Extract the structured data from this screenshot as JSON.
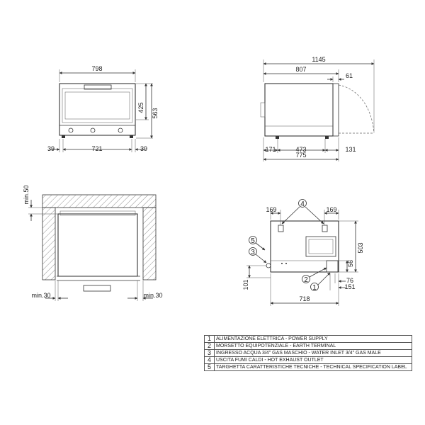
{
  "front_view": {
    "dims": {
      "total_width": "798",
      "inner_width": "721",
      "left_offset": "39",
      "right_offset": "39",
      "height_total": "563",
      "height_upper": "425"
    }
  },
  "side_view": {
    "dims": {
      "total_depth": "1145",
      "body_depth": "807",
      "door": "61",
      "bottom_left": "171",
      "bottom_mid": "473",
      "bottom_right": "131",
      "bottom_total": "775"
    }
  },
  "installation_view": {
    "dims": {
      "top_clearance": "min.50",
      "left_clearance": "min.30",
      "right_clearance": "min.30"
    }
  },
  "top_view": {
    "dims": {
      "left_169": "169",
      "right_169": "169",
      "height_503": "503",
      "height_56": "56",
      "height_101": "101",
      "width_718": "718",
      "d76": "76",
      "d151": "151"
    },
    "callouts": [
      "5",
      "3",
      "4",
      "2",
      "1"
    ]
  },
  "legend": {
    "rows": [
      {
        "num": "1",
        "text": "ALIMENTAZIONE ELETTRICA - POWER SUPPLY"
      },
      {
        "num": "2",
        "text": "MORSETTO EQUIPOTENZIALE - EARTH TERMINAL"
      },
      {
        "num": "3",
        "text": "INGRESSO ACQUA 3/4\" GAS MASCHIO - WATER INLET 3/4\" GAS MALE"
      },
      {
        "num": "4",
        "text": "USCITA FUMI CALDI - HOT EXHAUST OUTLET"
      },
      {
        "num": "5",
        "text": "TARGHETTA CARATTERISTICHE TECNICHE - TECHNICAL SPECIFICATION LABEL"
      }
    ]
  }
}
